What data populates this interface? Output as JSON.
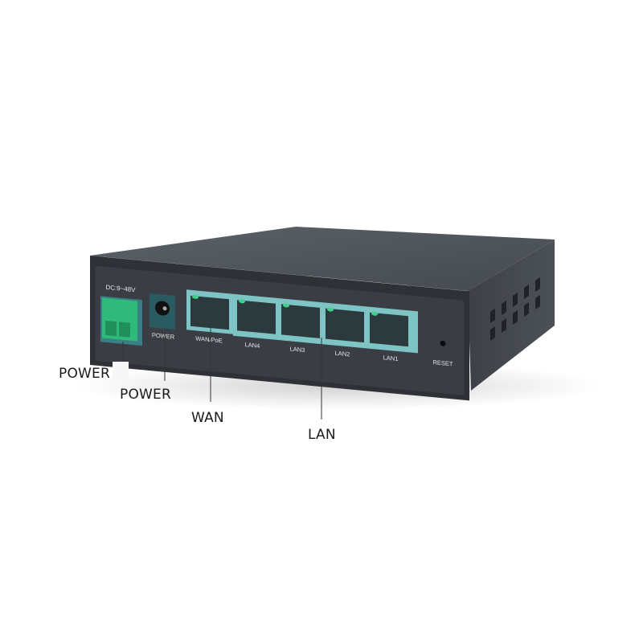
{
  "device": {
    "voltage_label": "DC:9~48V",
    "power_jack_label": "POWER",
    "wan_label": "WAN/PoE",
    "lan_ports": [
      "LAN4",
      "LAN3",
      "LAN2",
      "LAN1"
    ],
    "reset_label": "RESET"
  },
  "callouts": {
    "terminal": "POWER",
    "power": "POWER",
    "wan": "WAN",
    "lan": "LAN"
  },
  "colors": {
    "body": "#4a4f56",
    "panel": "#3a3e44",
    "port_frame": "#7fc4c4",
    "terminal": "#2fb97a",
    "led": "#3fd08a"
  }
}
